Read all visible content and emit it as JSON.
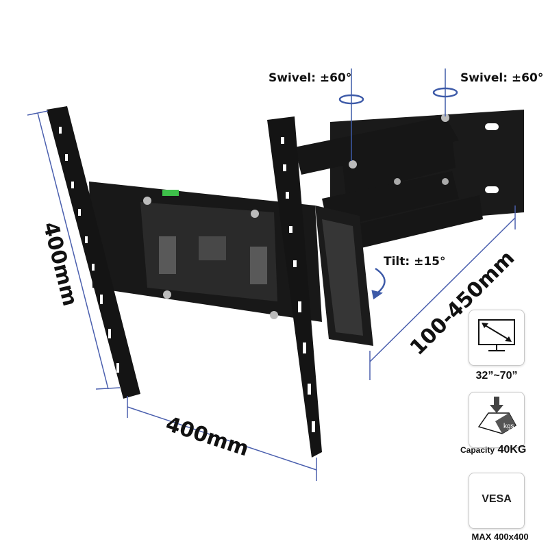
{
  "annotations": {
    "swivel_left": "Swivel: ±60°",
    "swivel_right": "Swivel: ±60°",
    "tilt": "Tilt: ±15°",
    "height_dim": "400mm",
    "width_dim": "400mm",
    "extension_dim": "100-450mm"
  },
  "specs": [
    {
      "icon": "tv-screen-size-icon",
      "label": "32”~70”"
    },
    {
      "icon": "weight-capacity-icon",
      "prefix": "Capacity",
      "label": "40KG",
      "icon_text": "kgs"
    },
    {
      "icon": "vesa-icon",
      "icon_text": "VESA",
      "label": "MAX 400x400"
    }
  ],
  "colors": {
    "dimension_line": "#4a5fae",
    "mount": "#121212",
    "rotate_arrow": "#3d5aa8"
  }
}
